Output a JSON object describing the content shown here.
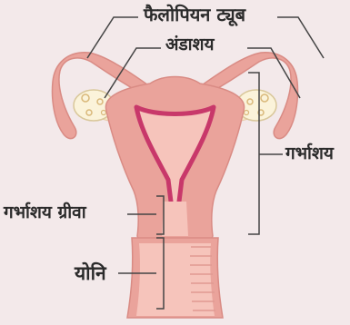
{
  "labels": {
    "fallopian_tube": "फैलोपियन ट्यूब",
    "ovary": "अंडाशय",
    "uterus": "गर्भाशय",
    "cervix": "गर्भाशय ग्रीवा",
    "vagina": "योनि"
  },
  "colors": {
    "background": "#f3e9ea",
    "tissue_outer": "#eaa39b",
    "tissue_inner": "#f6c4bb",
    "lining": "#c8386a",
    "ligament": "#f6e8c8",
    "ovary": "#fbf3da",
    "leader_line": "#444444"
  }
}
